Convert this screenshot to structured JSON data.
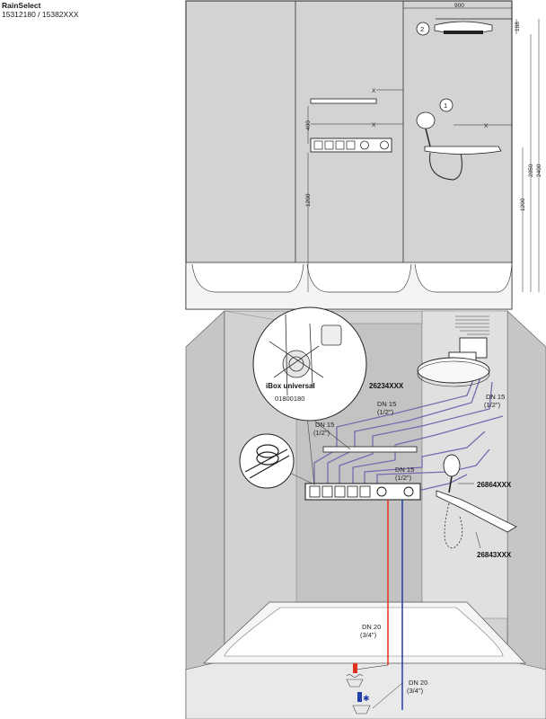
{
  "header": {
    "product_name": "RainSelect",
    "article_numbers": "15312180 / 15382XXX"
  },
  "elevation": {
    "dim_width": "900",
    "dim_head_height": "168",
    "dim_total_height": "2400",
    "dim_mid_height": "2050",
    "dim_mixer_height_left": "1200",
    "dim_mixer_height_right": "1200",
    "dim_shelf_spacing": "400",
    "dim_x1": "X",
    "dim_x2": "X",
    "dim_x3": "X",
    "callout_1": "1",
    "callout_2": "2"
  },
  "installation": {
    "ibox_label": "iBox universal",
    "ibox_code": "01800180",
    "overhead_code": "26234XXX",
    "handshower_code": "26864XXX",
    "shelf_code": "26843XXX",
    "pipe_left_size": "DN 15",
    "pipe_left_inch": "(1/2\")",
    "pipe_mid_size": "DN 15",
    "pipe_mid_inch": "(1/2\")",
    "pipe_center_size": "DN 15",
    "pipe_center_inch": "(1/2\")",
    "pipe_right_size": "DN 15",
    "pipe_right_inch": "(1/2\")",
    "supply_hot_size": "DN 20",
    "supply_hot_inch": "(3/4\")",
    "supply_cold_size": "DN 20",
    "supply_cold_inch": "(3/4\")"
  },
  "colors": {
    "wall": "#cfcfcf",
    "wall_dark": "#bdbdbd",
    "pipe_purple": "#7b68b0",
    "hot": "#e0321e",
    "cold": "#1e3fa8"
  }
}
